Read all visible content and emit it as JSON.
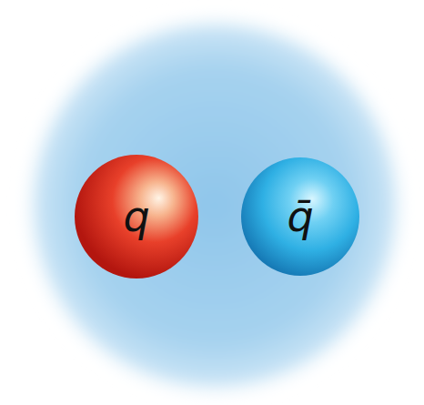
{
  "diagram": {
    "nodes": [
      {
        "text": [
          "q"
        ]
      },
      {
        "text": [
          "q̄"
        ]
      }
    ],
    "edges": [
      {
        "from": 0,
        "to": 1,
        "arrow": "none"
      }
    ]
  }
}
